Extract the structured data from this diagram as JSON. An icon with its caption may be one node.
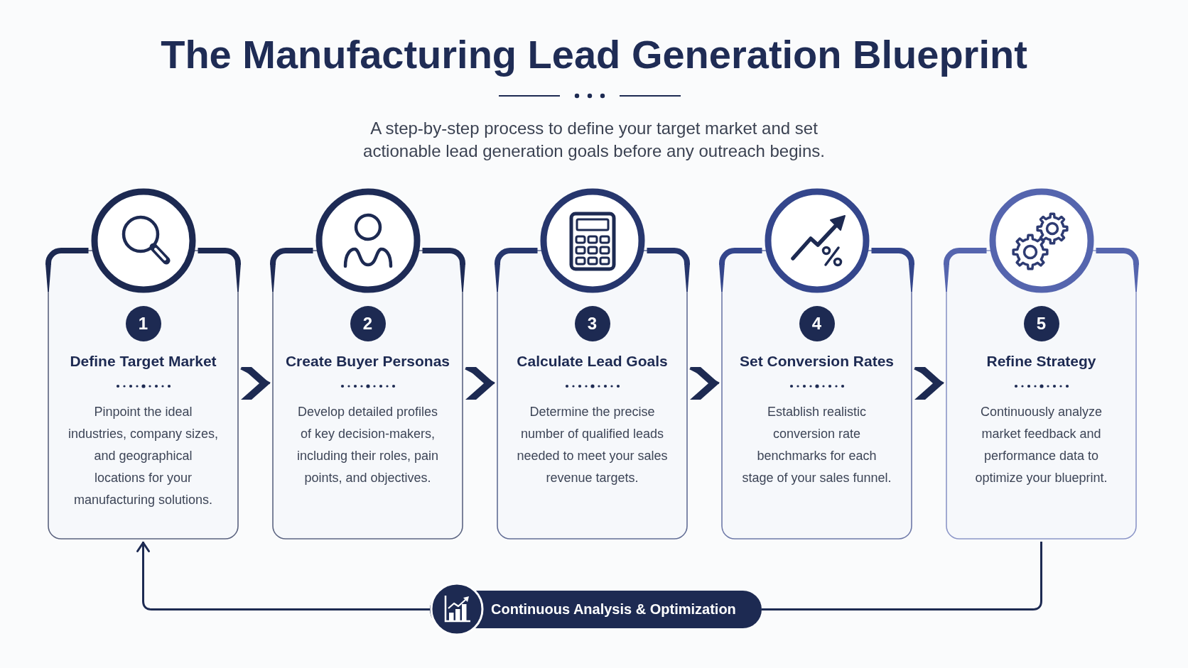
{
  "diagram": {
    "title": "The Manufacturing Lead Generation Blueprint",
    "nodes": [
      {
        "text": [
          "Define Target Market",
          "Pinpoint the ideal industries, company sizes, and geographical locations for your manufacturing solutions."
        ]
      },
      {
        "text": [
          "1"
        ],
        "in": 0
      },
      {
        "text": [
          "Create Buyer Personas",
          "Develop detailed profiles of key decision-makers, including their roles, pain points, and objectives."
        ]
      },
      {
        "text": [
          "2"
        ],
        "in": 2
      },
      {
        "text": [
          "Calculate Lead Goals",
          "Determine the precise number of qualified leads needed to meet your sales revenue targets."
        ]
      },
      {
        "text": [
          "3"
        ],
        "in": 4
      },
      {
        "text": [
          "Set Conversion Rates",
          "Establish realistic conversion rate benchmarks for each stage of your sales funnel."
        ]
      },
      {
        "text": [
          "4"
        ],
        "in": 6
      },
      {
        "text": [
          "Refine Strategy",
          "Continuously analyze market feedback and performance data to optimize your blueprint."
        ]
      },
      {
        "text": [
          "5"
        ],
        "in": 8
      },
      {
        "text": [
          "Continuous Analysis & Optimization"
        ]
      }
    ],
    "edges": [
      {
        "from": 0,
        "to": 2,
        "arrow": "to"
      },
      {
        "from": 2,
        "to": 4,
        "arrow": "to"
      },
      {
        "from": 4,
        "to": 6,
        "arrow": "to"
      },
      {
        "from": 6,
        "to": 8,
        "arrow": "to"
      },
      {
        "from": 8,
        "to": 10,
        "arrow": "none"
      },
      {
        "from": 10,
        "to": 0,
        "arrow": "to"
      }
    ],
    "labels": [
      "A step-by-step process to define your target market and set actionable lead generation goals before any outreach begins."
    ]
  }
}
